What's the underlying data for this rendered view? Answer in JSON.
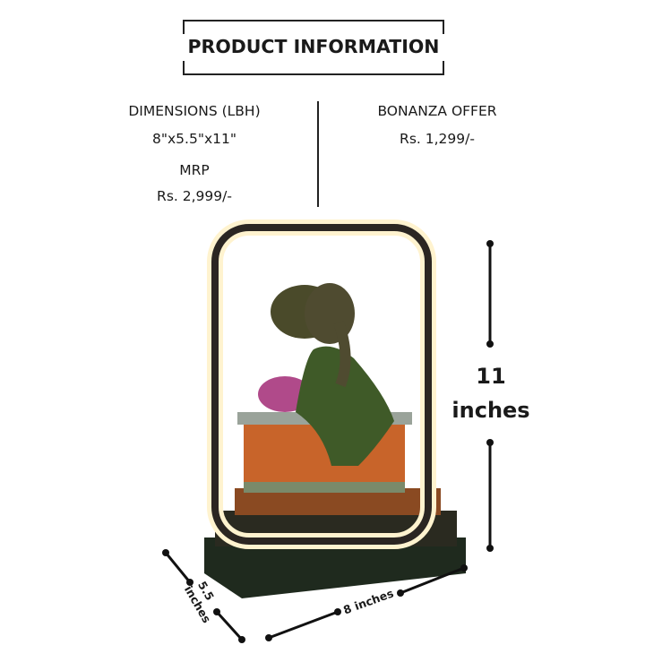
{
  "header": {
    "title": "PRODUCT INFORMATION"
  },
  "details": {
    "dimensions_label": "DIMENSIONS (LBH)",
    "dimensions_value": "8\"x5.5\"x11\"",
    "mrp_label": "MRP",
    "mrp_value": "Rs. 2,999/-",
    "offer_label": "BONANZA OFFER",
    "offer_value": "Rs. 1,299/-"
  },
  "measurements": {
    "height_number": "11",
    "height_unit": "inches",
    "width": "8 inches",
    "depth_number": "5.5",
    "depth_unit": "inches"
  },
  "colors": {
    "frame": "#2b2622",
    "glow": "#fff6dc",
    "base": "#1f2a1e",
    "brick": "#c8642a",
    "cushion": "#b04a8a",
    "idol": "#4a4a2a"
  }
}
